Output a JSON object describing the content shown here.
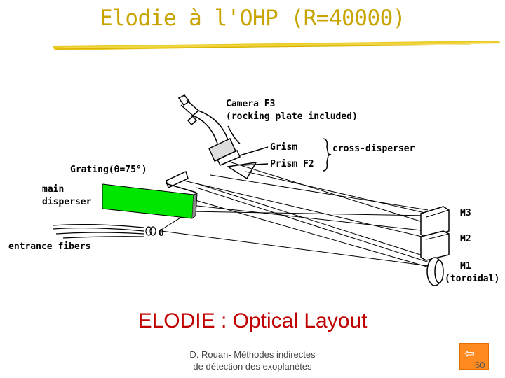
{
  "slide": {
    "title": "Elodie à l'OHP (R=40000)",
    "caption": "ELODIE : Optical Layout",
    "footer_line1": "D. Rouan-  Méthodes indirectes",
    "footer_line2": "de détection des exoplanètes",
    "page_number": "60"
  },
  "diagram": {
    "labels": {
      "camera": "Camera  F3",
      "camera_note": "(rocking  plate  included)",
      "grism": "Grism",
      "prism": "Prism  F2",
      "cross_disperser": "cross-disperser",
      "grating": "Grating(θ=75°)",
      "main": "main",
      "disperser": "disperser",
      "entrance": "entrance  fibers",
      "zero": "0",
      "m3": "M3",
      "m2": "M2",
      "m1": "M1",
      "toroidal": "(toroidal)"
    }
  },
  "colors": {
    "title": "#c8a400",
    "underline": "#e6c200",
    "caption": "#c00000",
    "grating": "#00e600",
    "nav_button": "#ff8a1f"
  },
  "icons": [
    "back-arrow-icon"
  ]
}
